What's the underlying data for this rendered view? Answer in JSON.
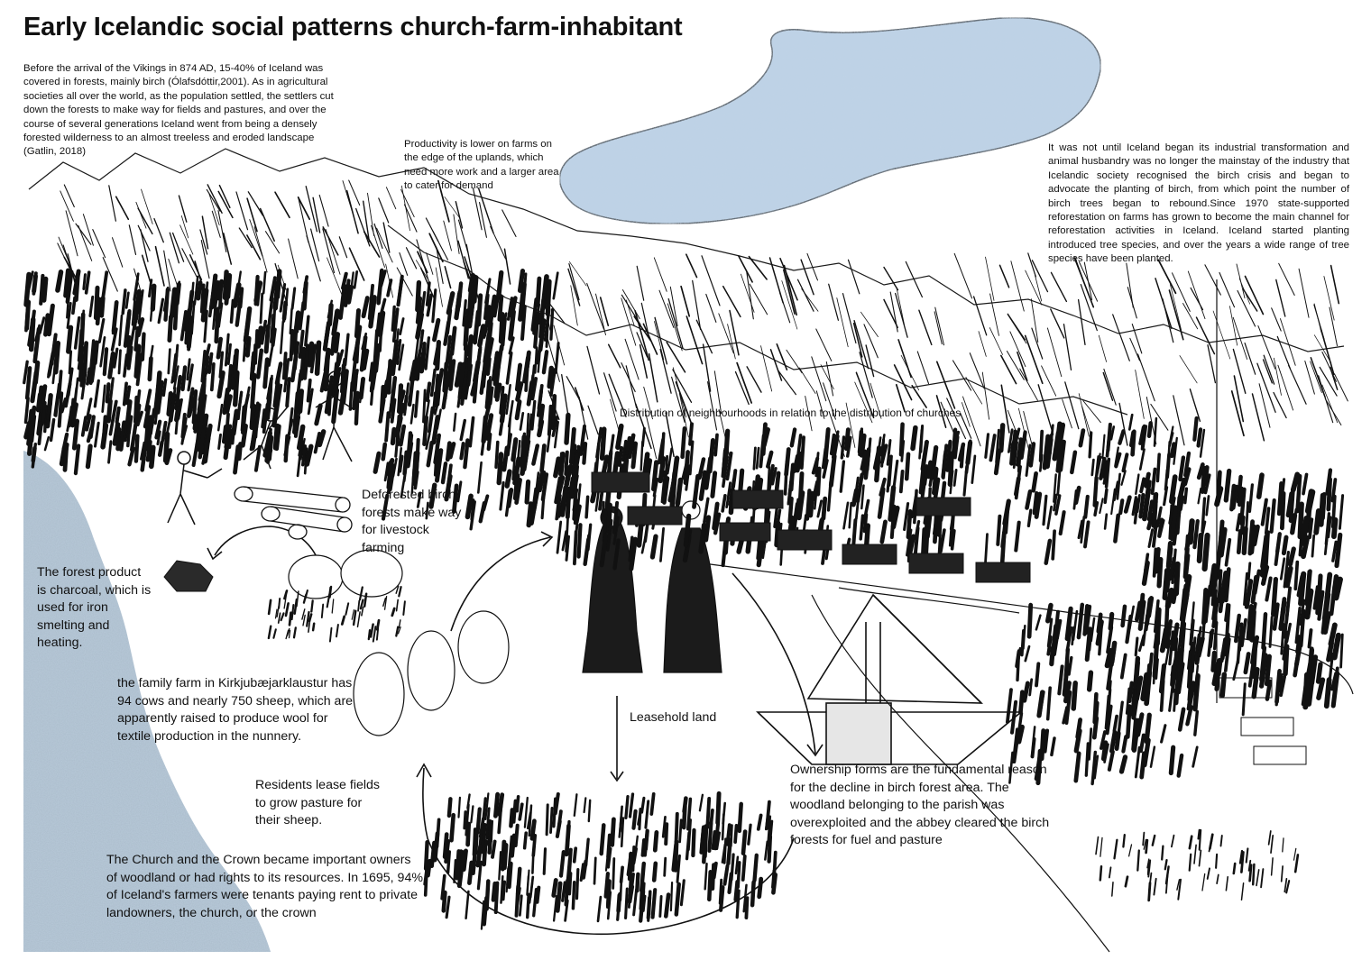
{
  "title": "Early Icelandic social patterns church-farm-inhabitant",
  "texts": {
    "intro": "Before the arrival of the Vikings in 874 AD, 15-40% of Iceland was covered in forests, mainly birch (Ólafsdóttir,2001). As in agricultural societies all over the world, as the population settled, the settlers cut down the forests to make way for fields and pastures, and over the course of several generations Iceland went from being a densely forested wilderness to an almost treeless and eroded landscape (Gatlin, 2018)",
    "productivity": "Productivity is lower on farms on the edge of the uplands, which need more work and a larger area to cater for demand",
    "industrial": "It was not until Iceland began its industrial transformation and animal husbandry was no longer the mainstay of the industry that Icelandic society recognised the birch crisis and began to advocate the planting of birch, from which point the number of birch trees began to rebound.Since 1970 state-supported reforestation on farms has grown to become the main channel for reforestation activities in Iceland. Iceland started planting introduced tree species, and over the years a wide range of tree species have been planted.",
    "distribution": "Distribution of neighbourhoods in relation to the distribution of churches",
    "deforested": "Deforested birch forests make way for livestock farming",
    "charcoal": "The forest product is charcoal, which is used for iron smelting and heating.",
    "family_farm": "the family farm in Kirkjubæjarklaustur has 94 cows and nearly 750 sheep, which are apparently raised to produce wool for textile production in the nunnery.",
    "leasehold": "Leasehold land",
    "residents": "Residents lease fields to grow pasture for their sheep.",
    "church_crown": "The Church and the Crown became important owners of woodland or had rights to its resources. In 1695, 94% of Iceland's farmers were tenants paying rent to private landowners, the church, or the crown",
    "ownership": "Ownership forms are the fundamental reason for the decline in birch forest area. The woodland belonging to the parish was overexploited and the abbey cleared the birch forests for fuel and pasture"
  },
  "colors": {
    "water": "#bcd2e6",
    "coast": "#aabccb",
    "ink": "#111111"
  }
}
